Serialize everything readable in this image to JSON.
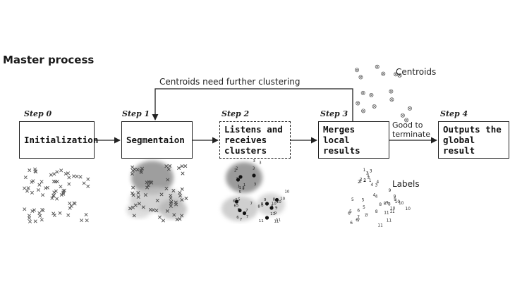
{
  "title": "Master process",
  "steps": [
    {
      "label": "Step 0",
      "box": "Initialization"
    },
    {
      "label": "Step 1",
      "box": "Segmentaion"
    },
    {
      "label": "Step 2",
      "box": "Listens and receives clusters"
    },
    {
      "label": "Step 3",
      "box": "Merges local results"
    },
    {
      "label": "Step 4",
      "box": "Outputs the global result"
    }
  ],
  "feedback_label": "Centroids need further clustering",
  "terminate_label": "Good to terminate",
  "centroids_label": "Centroids",
  "labels_label": "Labels"
}
